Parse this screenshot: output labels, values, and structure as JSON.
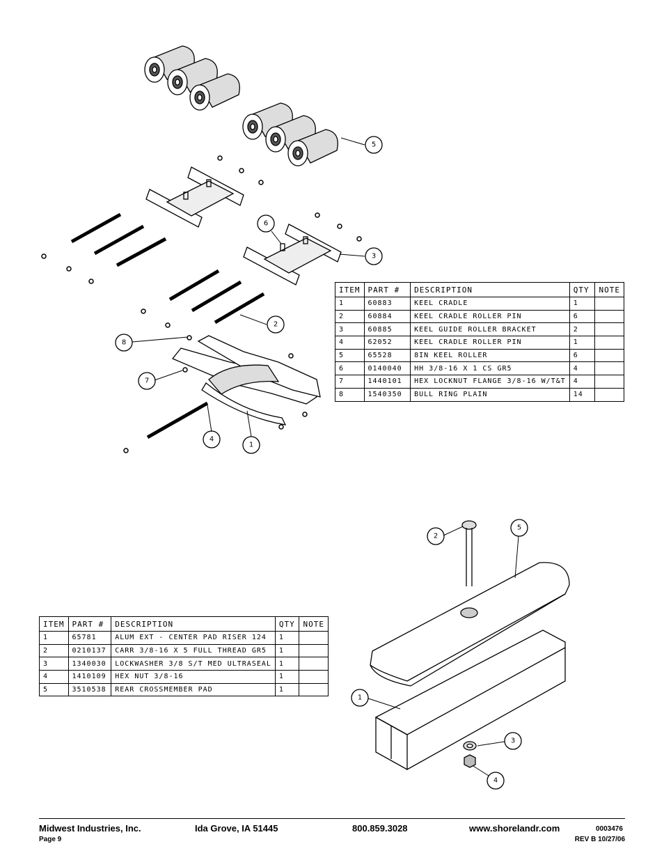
{
  "table1": {
    "headers": [
      "ITEM",
      "PART #",
      "DESCRIPTION",
      "QTY",
      "NOTE"
    ],
    "rows": [
      [
        "1",
        "60883",
        "KEEL CRADLE",
        "1",
        ""
      ],
      [
        "2",
        "60884",
        "KEEL CRADLE ROLLER PIN",
        "6",
        ""
      ],
      [
        "3",
        "60885",
        "KEEL GUIDE ROLLER BRACKET",
        "2",
        ""
      ],
      [
        "4",
        "62052",
        "KEEL CRADLE ROLLER PIN",
        "1",
        ""
      ],
      [
        "5",
        "65528",
        "8IN KEEL ROLLER",
        "6",
        ""
      ],
      [
        "6",
        "0140040",
        "HH 3/8-16 X 1 CS GR5",
        "4",
        ""
      ],
      [
        "7",
        "1440101",
        "HEX LOCKNUT FLANGE 3/8-16 W/T&T",
        "4",
        ""
      ],
      [
        "8",
        "1540350",
        "BULL RING PLAIN",
        "14",
        ""
      ]
    ]
  },
  "table2": {
    "headers": [
      "ITEM",
      "PART #",
      "DESCRIPTION",
      "QTY",
      "NOTE"
    ],
    "rows": [
      [
        "1",
        "65781",
        "ALUM EXT - CENTER PAD RISER 124",
        "1",
        ""
      ],
      [
        "2",
        "0210137",
        "CARR 3/8-16 X 5 FULL THREAD GR5",
        "1",
        ""
      ],
      [
        "3",
        "1340030",
        "LOCKWASHER 3/8 S/T MED ULTRASEAL",
        "1",
        ""
      ],
      [
        "4",
        "1410109",
        "HEX NUT 3/8-16",
        "1",
        ""
      ],
      [
        "5",
        "3510538",
        "REAR CROSSMEMBER PAD",
        "1",
        ""
      ]
    ]
  },
  "callouts": {
    "top": [
      "5",
      "6",
      "3",
      "2",
      "8",
      "7",
      "4",
      "1"
    ],
    "bottom": [
      "2",
      "5",
      "1",
      "3",
      "4"
    ]
  },
  "footer": {
    "company": "Midwest Industries, Inc.",
    "location": "Ida Grove, IA  51445",
    "phone": "800.859.3028",
    "website": "www.shorelandr.com",
    "doc_number": "0003476",
    "page": "Page 9",
    "revision": "REV B  10/27/06"
  }
}
